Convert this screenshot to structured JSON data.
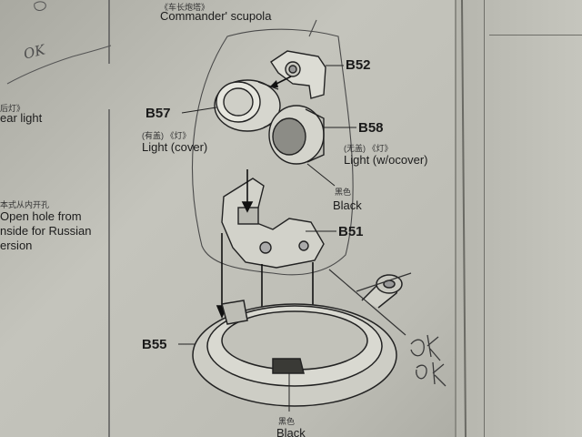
{
  "header": {
    "title_cn": "《车长炮塔》",
    "title_en": "Commander' scupola"
  },
  "left_margin": {
    "rear_light_cn": "后灯》",
    "rear_light_en": "ear light",
    "hole_cn": "本式从内开孔",
    "hole_en_1": "Open hole from",
    "hole_en_2": "nside for Russian",
    "hole_en_3": "ersion"
  },
  "parts": {
    "b52": "B52",
    "b57": "B57",
    "b58": "B58",
    "b51": "B51",
    "b55": "B55"
  },
  "labels": {
    "light_cover_cn": "(有盖) 《灯》",
    "light_cover_en": "Light (cover)",
    "light_wo_cn": "(无盖) 《灯》",
    "light_wo_en": "Light (w/ocover)",
    "black_cn_1": "黑色",
    "black_en_1": "Black",
    "black_cn_2": "黑色",
    "black_en_2": "Black"
  },
  "handwriting": {
    "ok": "OK"
  }
}
